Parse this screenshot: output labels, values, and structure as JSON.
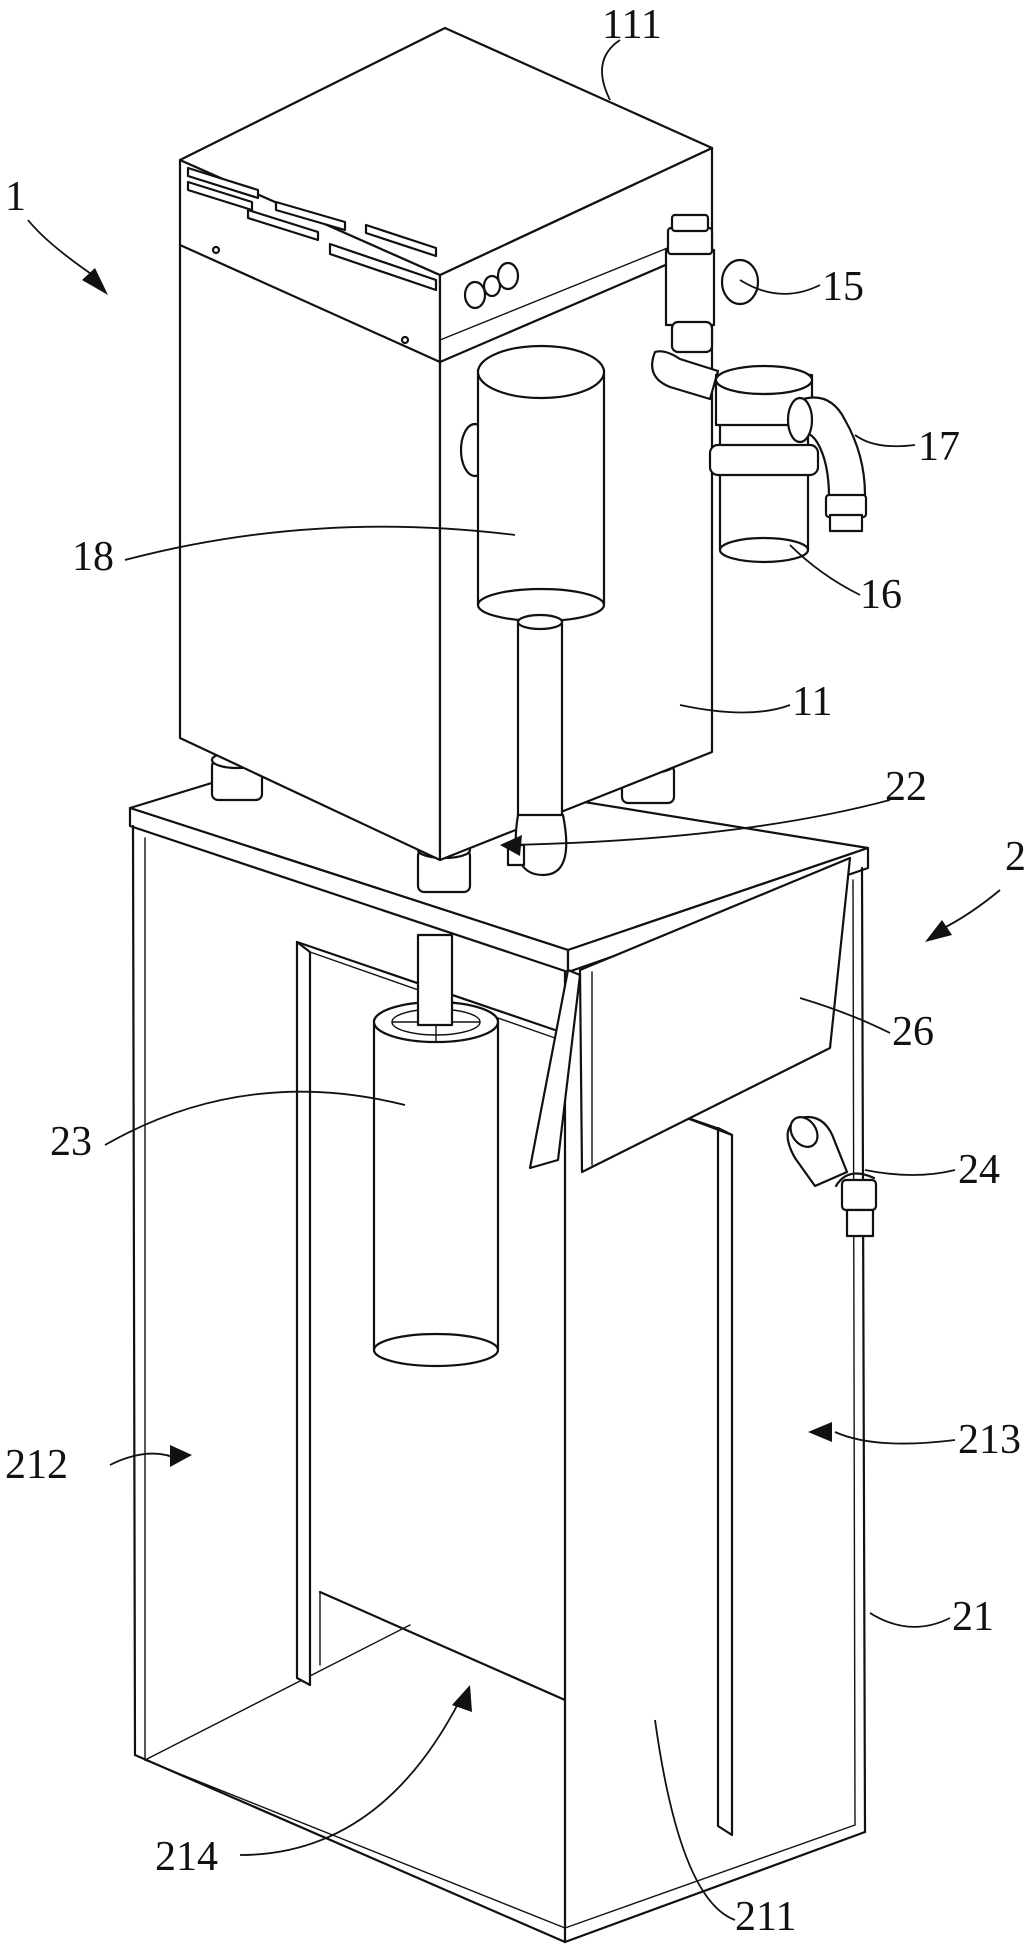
{
  "labels": {
    "l1": "1",
    "l2": "2",
    "l11": "11",
    "l15": "15",
    "l16": "16",
    "l17": "17",
    "l18": "18",
    "l21": "21",
    "l22": "22",
    "l23": "23",
    "l24": "24",
    "l26": "26",
    "l111": "111",
    "l211": "211",
    "l212": "212",
    "l213": "213",
    "l214": "214"
  }
}
